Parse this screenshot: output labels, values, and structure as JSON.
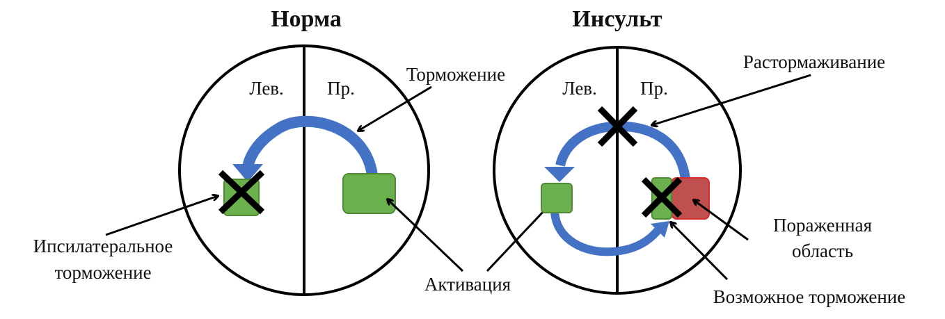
{
  "colors": {
    "arrow_blue": "#4472c4",
    "box_green": "#6ab04c",
    "box_green_border": "#4f8a35",
    "box_red": "#c0504d",
    "box_red_border": "#d62b2b",
    "line": "#000000"
  },
  "normal": {
    "title": "Норма",
    "left_label": "Лев.",
    "right_label": "Пр.",
    "inhibition_label": "Торможение",
    "ipsilateral_label_line1": "Ипсилатеральное",
    "ipsilateral_label_line2": "торможение"
  },
  "shared": {
    "activation_label": "Активация"
  },
  "stroke": {
    "title": "Инсульт",
    "left_label": "Лев.",
    "right_label": "Пр.",
    "disinhibition_label": "Растормаживание",
    "lesion_label_line1": "Пораженная",
    "lesion_label_line2": "область",
    "possible_inhibition_label": "Возможное торможение"
  }
}
